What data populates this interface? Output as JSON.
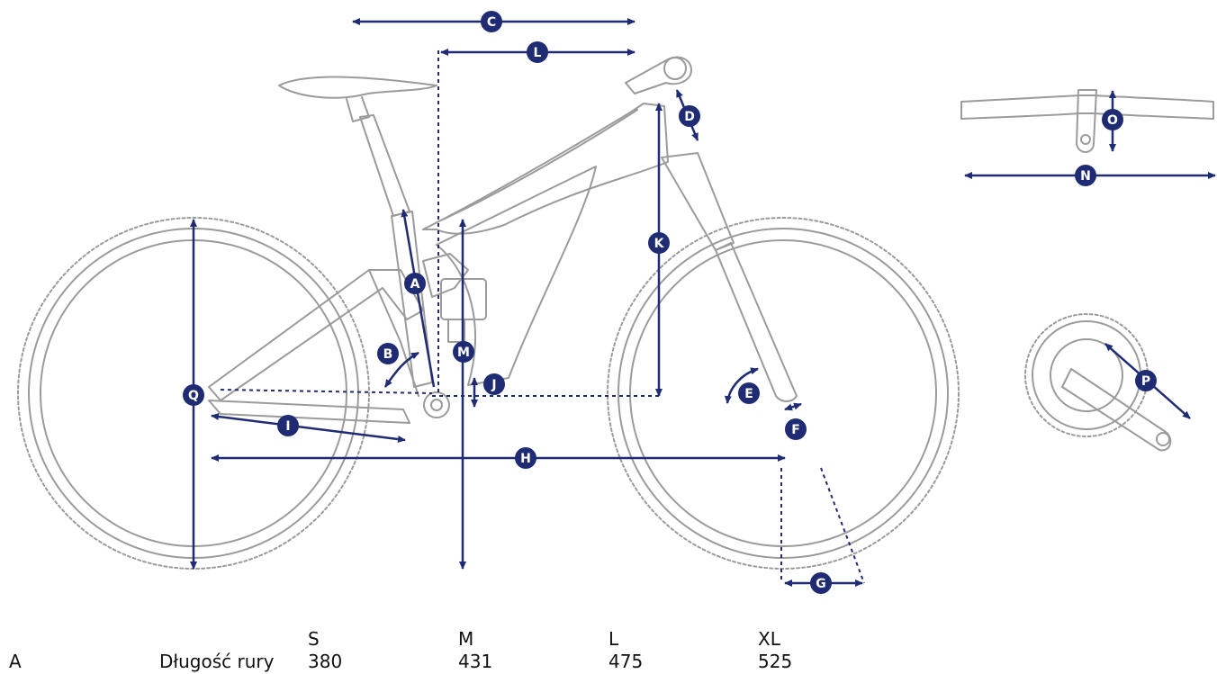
{
  "diagram": {
    "labels": [
      "A",
      "B",
      "C",
      "D",
      "E",
      "F",
      "G",
      "H",
      "I",
      "J",
      "K",
      "L",
      "M",
      "N",
      "O",
      "P",
      "Q"
    ],
    "colors": {
      "outline": "#9b9b9b",
      "dimension": "#1f2b73",
      "badge": "#1f2b73"
    }
  },
  "geometry_table": {
    "sizes": [
      "S",
      "M",
      "L",
      "XL"
    ],
    "rows": [
      {
        "code": "A",
        "name": "Długość rury",
        "values": [
          "380",
          "431",
          "475",
          "525"
        ]
      }
    ]
  }
}
